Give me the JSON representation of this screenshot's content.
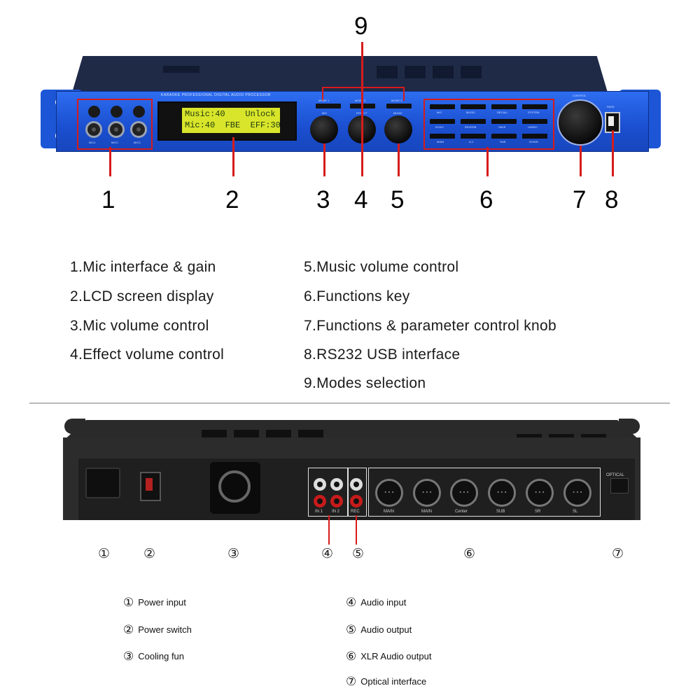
{
  "front": {
    "panel_title": "KARAOKE PROFESSIONAL DIGITAL AUDIO PROCESSOR",
    "mic_labels": [
      "MIC1",
      "MIC2",
      "MIC3"
    ],
    "lcd_line1": "Music:40    Unlock",
    "lcd_line2": "Mic:40  FBE  EFF:30",
    "mode_labels": [
      "MODE 1",
      "MODE 2",
      "MODE 3"
    ],
    "knob_labels": [
      "MIC",
      "EFFECT",
      "MUSIC"
    ],
    "function_keys": [
      "MIC",
      "MUSIC",
      "RECALL",
      "SYSTEM",
      "ECHO",
      "REVERB",
      "SAVE",
      "UNSEC",
      "MAIN",
      "A.C",
      "SUB",
      "DOWN"
    ],
    "control_label": "CONTROL",
    "usb_label": "PASS",
    "callouts": [
      "1",
      "2",
      "3",
      "4",
      "5",
      "6",
      "7",
      "8",
      "9"
    ]
  },
  "legend_front": [
    "1.Mic interface & gain",
    "2.LCD screen display",
    "3.Mic volume control",
    "4.Effect volume control",
    "5.Music volume control",
    "6.Functions key",
    "7.Functions & parameter control knob",
    "8.RS232 USB interface",
    "9.Modes selection"
  ],
  "rear": {
    "optical_label": "OPTICAL",
    "input_labels": [
      "IN 1",
      "IN 2"
    ],
    "rec_label": "REC",
    "xlr_labels": [
      "MAIN",
      "MAIN",
      "Center",
      "SUB",
      "SR",
      "SL"
    ],
    "callouts": [
      "①",
      "②",
      "③",
      "④",
      "⑤",
      "⑥",
      "⑦"
    ]
  },
  "legend_rear": [
    {
      "num": "①",
      "text": "Power input"
    },
    {
      "num": "②",
      "text": "Power switch"
    },
    {
      "num": "③",
      "text": "Cooling fun"
    },
    {
      "num": "④",
      "text": "Audio input"
    },
    {
      "num": "⑤",
      "text": "Audio output"
    },
    {
      "num": "⑥",
      "text": "XLR Audio output"
    },
    {
      "num": "⑦",
      "text": "Optical interface"
    }
  ],
  "colors": {
    "panel_blue": "#1f5ae0",
    "callout_red": "#d71b1b",
    "lcd_green": "#d9e52a"
  }
}
